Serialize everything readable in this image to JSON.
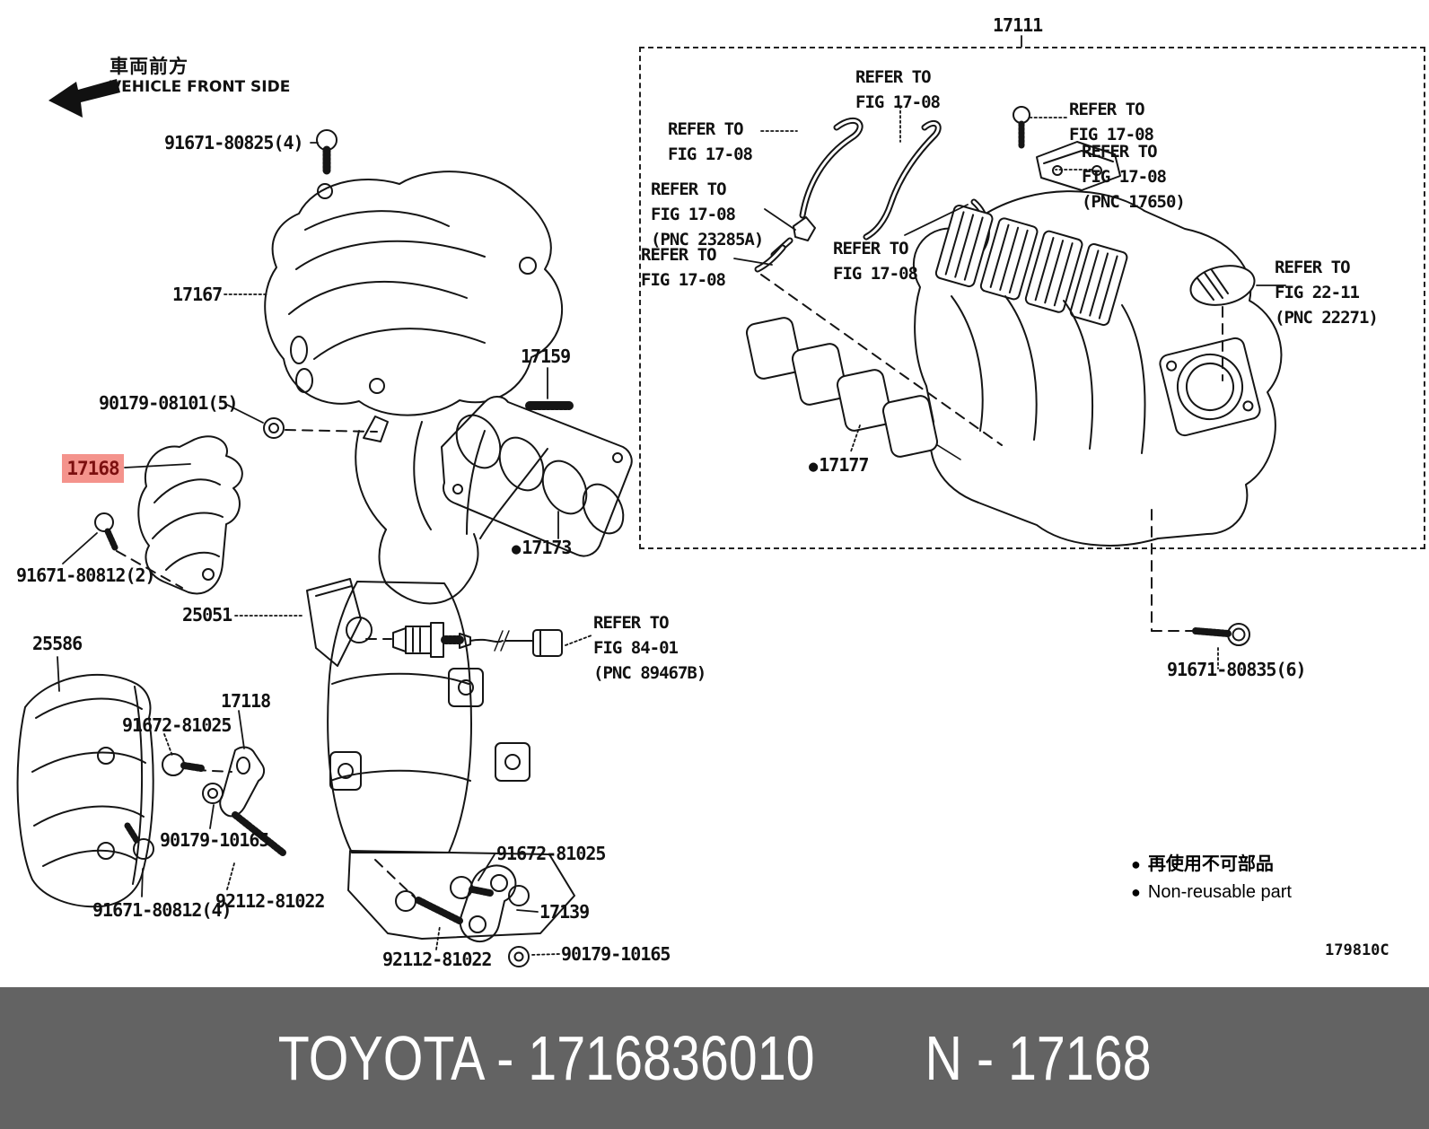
{
  "orientation": {
    "jp": "車両前方",
    "en": "VEHICLE FRONT SIDE"
  },
  "non_reusable_marker": "●",
  "panel": {
    "title": "17111"
  },
  "parts": {
    "p91671_80825": "91671-80825(4)",
    "p17167": "17167",
    "p90179_08101": "90179-08101(5)",
    "p17168": "17168",
    "p91671_80812_2": "91671-80812(2)",
    "p25051": "25051",
    "p17159": "17159",
    "p17173": "17173",
    "p25586": "25586",
    "p91672_81025_left": "91672-81025",
    "p17118": "17118",
    "p90179_10165_left": "90179-10165",
    "p92112_81022_left": "92112-81022",
    "p91671_80812_4": "91671-80812(4)",
    "p91672_81025_bottom": "91672-81025",
    "p17139": "17139",
    "p92112_81022_bottom": "92112-81022",
    "p90179_10165_bottom": "90179-10165",
    "p17177": "17177",
    "p91671_80835": "91671-80835(6)"
  },
  "refs": {
    "fig8401": "REFER TO\nFIG 84-01\n(PNC 89467B)",
    "fig1708_upper_left": "REFER TO\nFIG 17-08",
    "fig1708_top": "REFER TO\nFIG 17-08",
    "fig1708_pnc23285a": "REFER TO\nFIG 17-08\n(PNC 23285A)",
    "fig1708_lower_left": "REFER TO\nFIG 17-08",
    "fig1708_center": "REFER TO\nFIG 17-08",
    "fig1708_top_right": "REFER TO\nFIG 17-08",
    "fig1708_pnc17650": "REFER TO\nFIG 17-08\n(PNC 17650)",
    "fig2211_pnc22271": "REFER TO\nFIG 22-11\n(PNC 22271)"
  },
  "legend": {
    "marker": "●",
    "jp": "再使用不可部品",
    "en": "Non-reusable part"
  },
  "doc_code": "179810C",
  "footer": {
    "brand_part": "TOYOTA - 1716836010",
    "catalog_part": "N - 17168"
  },
  "colors": {
    "highlight_bg": "#f4938c",
    "highlight_text": "#7c0f0f",
    "footer_bg": "#636363",
    "footer_text": "#ffffff",
    "line": "#111111"
  }
}
